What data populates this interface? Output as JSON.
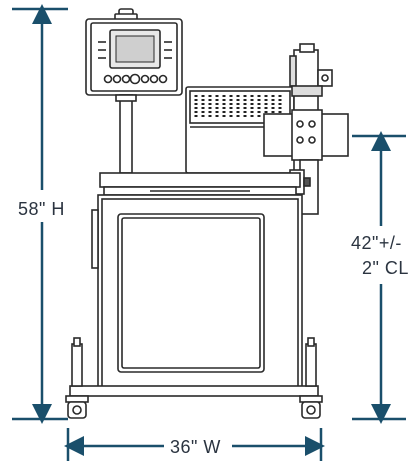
{
  "dimensions": {
    "height_label": "58\" H",
    "centerline_label_line1": "42\"+/-",
    "centerline_label_line2": "2\" CL",
    "width_label": "36\" W"
  },
  "colors": {
    "dimension_line": "#1a4f6b",
    "machine_outline": "#2a2a2a",
    "label_text": "#2b3440",
    "panel_fill": "#ffffff"
  }
}
